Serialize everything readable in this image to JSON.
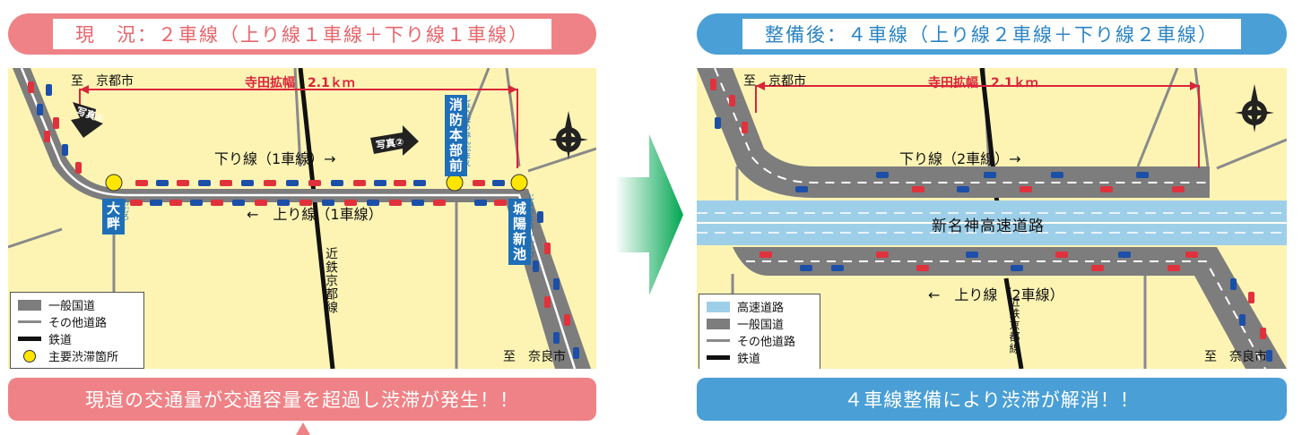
{
  "left": {
    "title": "現　況：２車線（上り線１車線＋下り線１車線）",
    "bottom_message": "現道の交通量が交通容量を超過し渋滞が発生！！",
    "to_kyoto": "至　京都市",
    "to_nara": "至　奈良市",
    "widening_label": "寺田拡幅　2.1ｋｍ",
    "down_line": "下り線（1車線）→",
    "up_line": "←　上り線（1車線）",
    "photo1": "写真①",
    "photo2": "写真②",
    "railway": "近鉄京都線",
    "place_omuro": "大畔",
    "place_omuro_ruby": "おむろ",
    "place_fire": "消防本部前",
    "place_fire_ruby": "しょうぼうほんぶまえ",
    "place_joyo": "城陽新池",
    "place_joyo_ruby": "じょうようしんいけ",
    "legend": [
      "一般国道",
      "その他道路",
      "鉄道",
      "主要渋滞箇所"
    ]
  },
  "right": {
    "title": "整備後：４車線（上り線２車線＋下り線２車線）",
    "bottom_message": "４車線整備により渋滞が解消！！",
    "to_kyoto": "至　京都市",
    "to_nara": "至　奈良市",
    "widening_label": "寺田拡幅　2.1ｋｍ",
    "down_line": "下り線（2車線）→",
    "up_line": "←　上り線（2車線）",
    "expressway": "新名神高速道路",
    "railway": "近鉄京都線",
    "legend": [
      "高速道路",
      "一般国道",
      "その他道路",
      "鉄道"
    ]
  },
  "colors": {
    "current_accent": "#ef8286",
    "future_accent": "#4a9fd6",
    "map_bg": "#fdf4b4",
    "road": "#7d7d7d",
    "expressway": "#9ecfe8",
    "congestion_marker": "#ffe600",
    "transition_arrow": "#00a651"
  },
  "icons": [
    "compass-icon",
    "car-icon",
    "photo-direction-icon",
    "transition-arrow-icon"
  ]
}
